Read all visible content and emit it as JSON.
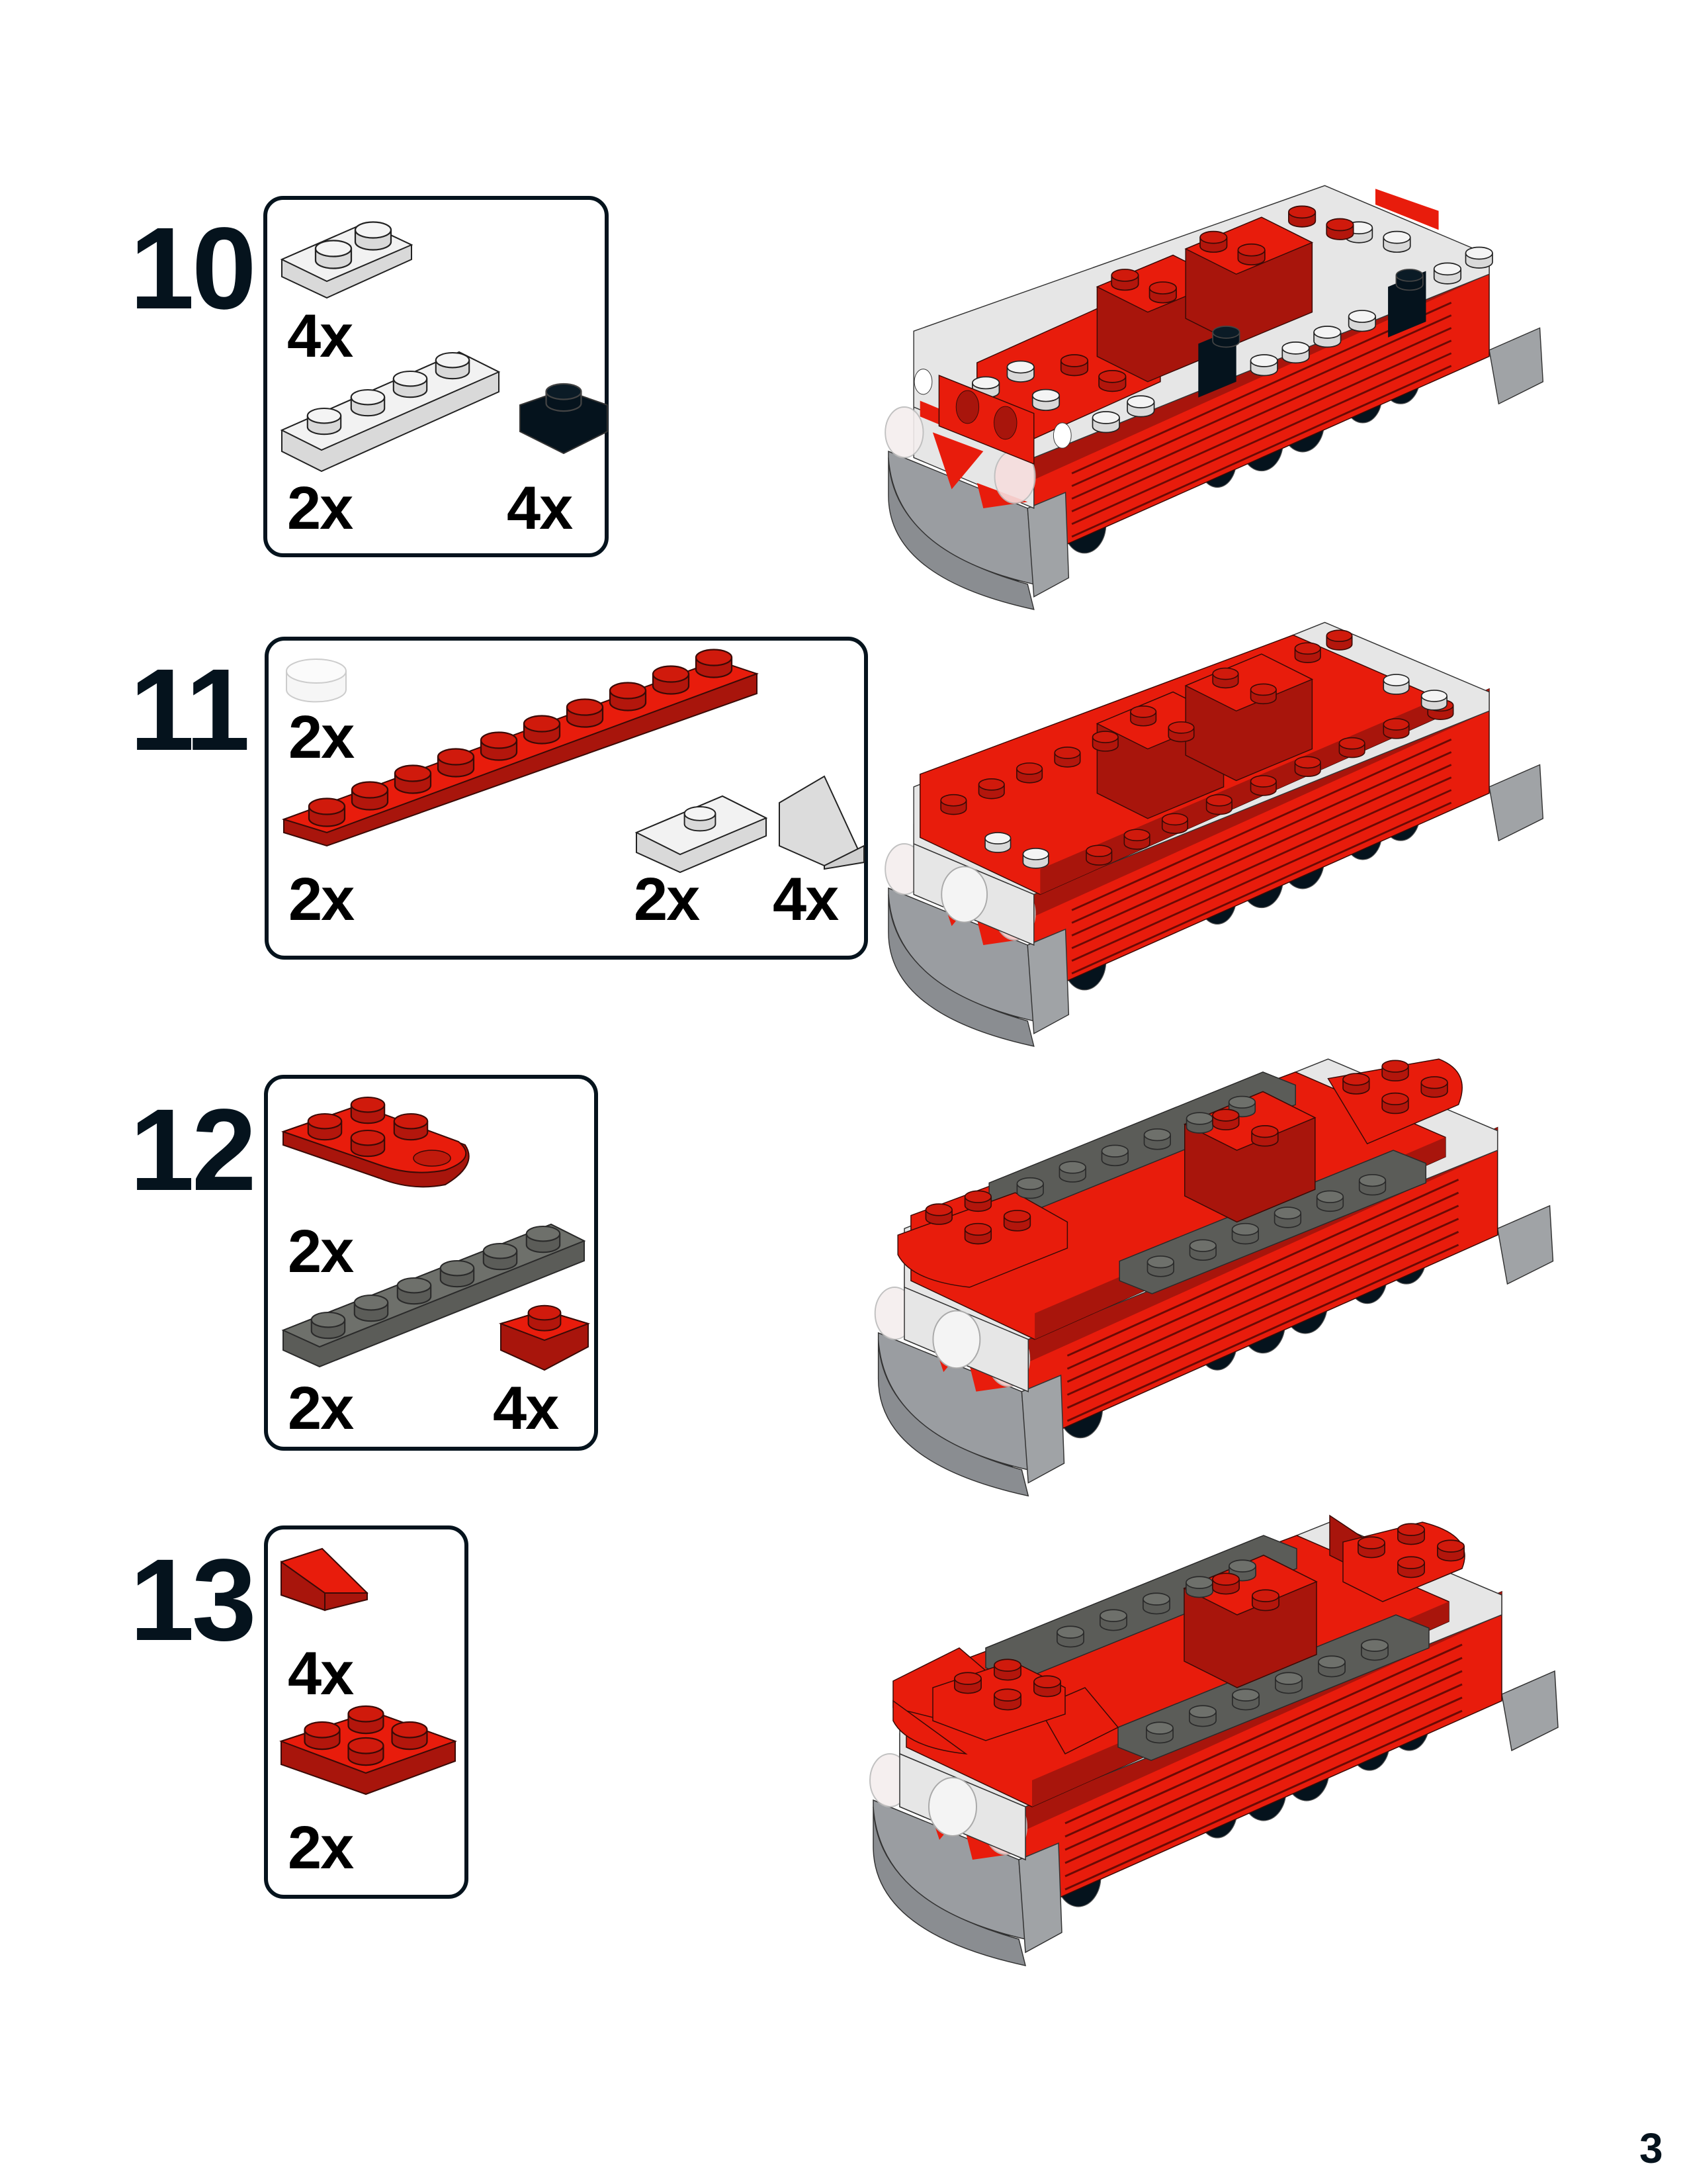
{
  "page": {
    "number": "3",
    "colors": {
      "red": "#e81c0c",
      "dark_red": "#a8150c",
      "white": "#e6e6e6",
      "black": "#05131d",
      "dark_gray": "#5b5c58",
      "light_gray": "#a0a3a6",
      "trans_clear": "#f2f2f2",
      "outline": "#05131d"
    }
  },
  "steps": [
    {
      "number": "10",
      "parts": [
        {
          "name": "plate-1x2",
          "color": "white",
          "quantity": "4x"
        },
        {
          "name": "plate-1x4",
          "color": "white",
          "quantity": "2x"
        },
        {
          "name": "plate-1x1",
          "color": "black",
          "quantity": "4x"
        }
      ]
    },
    {
      "number": "11",
      "parts": [
        {
          "name": "round-tile-1x1",
          "color": "trans-clear",
          "quantity": "2x"
        },
        {
          "name": "plate-1x10",
          "color": "red",
          "quantity": "2x"
        },
        {
          "name": "jumper-plate-1x2",
          "color": "white",
          "quantity": "2x"
        },
        {
          "name": "slope-30-1x1",
          "color": "white",
          "quantity": "4x"
        }
      ]
    },
    {
      "number": "12",
      "parts": [
        {
          "name": "plate-2x3-rounded-with-hole",
          "color": "red",
          "quantity": "2x"
        },
        {
          "name": "plate-1x6",
          "color": "dark-gray",
          "quantity": "2x"
        },
        {
          "name": "plate-1x1",
          "color": "red",
          "quantity": "4x"
        }
      ]
    },
    {
      "number": "13",
      "parts": [
        {
          "name": "slope-30-1x2",
          "color": "red",
          "quantity": "4x"
        },
        {
          "name": "plate-2x2",
          "color": "red",
          "quantity": "2x"
        }
      ]
    }
  ]
}
